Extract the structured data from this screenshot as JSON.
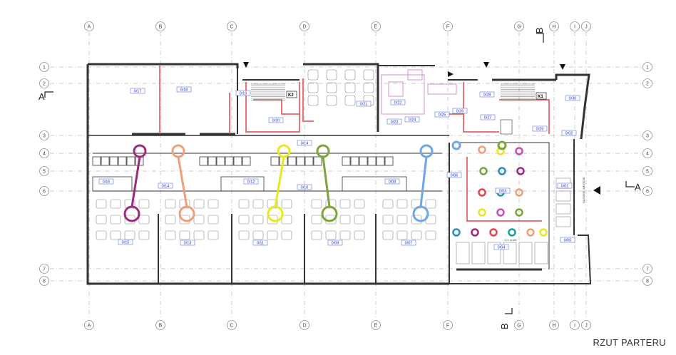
{
  "title": "RZUT PARTERU",
  "columns": [
    "A",
    "B",
    "C",
    "D",
    "E",
    "F",
    "G",
    "H",
    "I",
    "J"
  ],
  "rows": [
    "1",
    "2",
    "3",
    "4",
    "5",
    "6",
    "7",
    "8"
  ],
  "sections": {
    "a_left": "A",
    "a_right": "A",
    "b_top": "B",
    "b_bottom": "B"
  },
  "rooms": [
    "0/17",
    "0/18",
    "0/19",
    "0/20",
    "0/21",
    "0/22",
    "0/23",
    "0/24",
    "0/25",
    "0/26",
    "0/27",
    "0/28",
    "0/29",
    "0/30",
    "0/02",
    "0/14",
    "0/16",
    "0/14",
    "0/12",
    "0/10",
    "0/08",
    "0/06",
    "0/03",
    "0/01",
    "0/15",
    "0/13",
    "0/11",
    "0/09",
    "0/07",
    "0/04",
    "0/05"
  ],
  "tags": {
    "k2": "K2",
    "k1": "K1"
  },
  "notes": {
    "entrance": "GŁÓWNE WEJŚCIE",
    "hall_note": "121 szafki"
  },
  "colors": {
    "purple": "#9b2c7c",
    "orange": "#eea07a",
    "yellow": "#e8e81e",
    "green": "#7ca43a",
    "blue": "#6fa6e6",
    "red": "#e0474c",
    "magenta": "#c44fc4"
  }
}
